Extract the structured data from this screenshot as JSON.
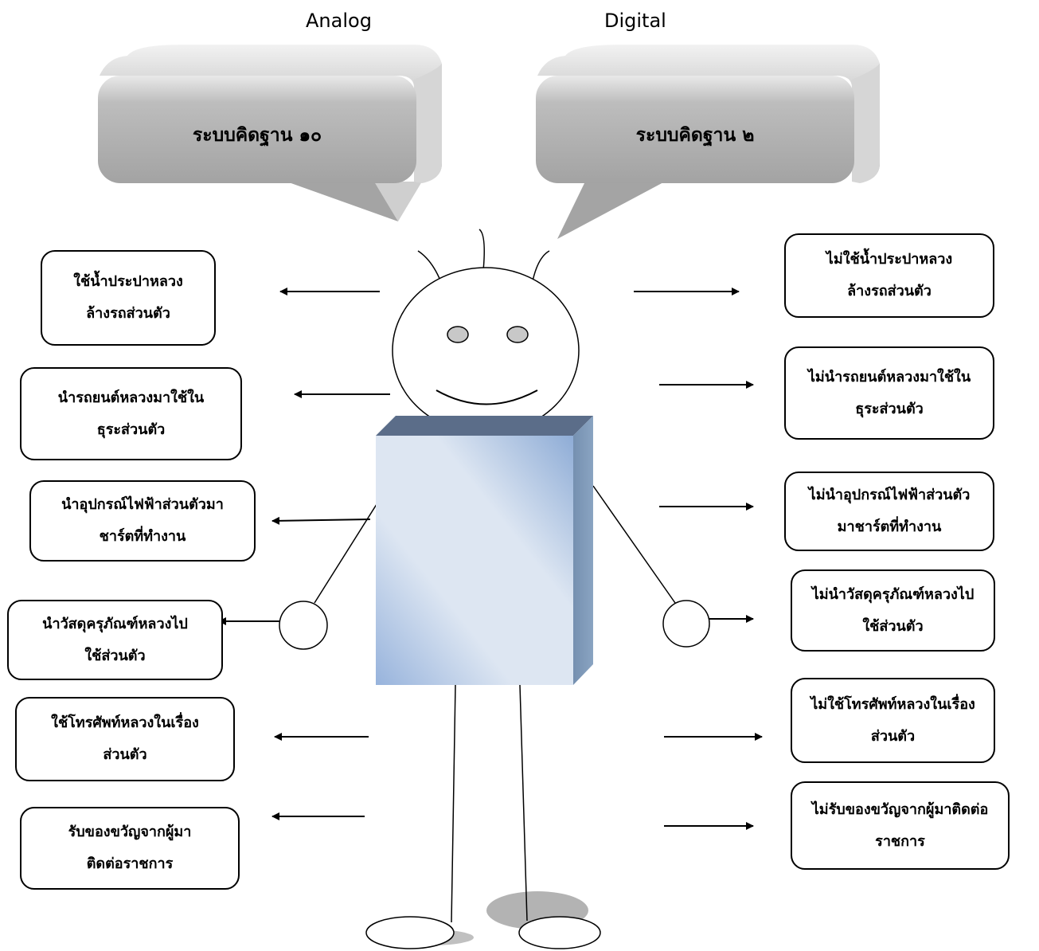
{
  "headings": {
    "left": "Analog",
    "right": "Digital"
  },
  "bubbles": {
    "left": "ระบบคิดฐาน ๑๐",
    "right": "ระบบคิดฐาน ๒"
  },
  "left_items": [
    {
      "line1": "ใช้น้ำประปาหลวง",
      "line2": "ล้างรถส่วนตัว"
    },
    {
      "line1": "นำรถยนต์หลวงมาใช้ใน",
      "line2": "ธุระส่วนตัว"
    },
    {
      "line1": "นำอุปกรณ์ไฟฟ้าส่วนตัวมา",
      "line2": "ชาร์ตที่ทำงาน"
    },
    {
      "line1": "นำวัสดุครุภัณฑ์หลวงไป",
      "line2": "ใช้ส่วนตัว"
    },
    {
      "line1": "ใช้โทรศัพท์หลวงในเรื่อง",
      "line2": "ส่วนตัว"
    },
    {
      "line1": "รับของขวัญจากผู้มา",
      "line2": "ติดต่อราชการ"
    }
  ],
  "right_items": [
    {
      "line1": "ไม่ใช้น้ำประปาหลวง",
      "line2": "ล้างรถส่วนตัว"
    },
    {
      "line1": "ไม่นำรถยนต์หลวงมาใช้ใน",
      "line2": "ธุระส่วนตัว"
    },
    {
      "line1": "ไม่นำอุปกรณ์ไฟฟ้าส่วนตัว",
      "line2": "มาชาร์ตที่ทำงาน"
    },
    {
      "line1": "ไม่นำวัสดุครุภัณฑ์หลวงไป",
      "line2": "ใช้ส่วนตัว"
    },
    {
      "line1": "ไม่ใช้โทรศัพท์หลวงในเรื่อง",
      "line2": "ส่วนตัว"
    },
    {
      "line1": "ไม่รับของขวัญจากผู้มาติดต่อ",
      "line2": "ราชการ"
    }
  ],
  "colors": {
    "bubble_fill": "#a6a6a6",
    "bubble_shade": "#d4d4d4",
    "body_light": "#dde6f2",
    "body_mid": "#9ab5dc",
    "body_side": "#7f9ab8",
    "body_top": "#5a6c88",
    "eye_fill": "#c8c8c8",
    "shadow": "#b0b0b0"
  }
}
